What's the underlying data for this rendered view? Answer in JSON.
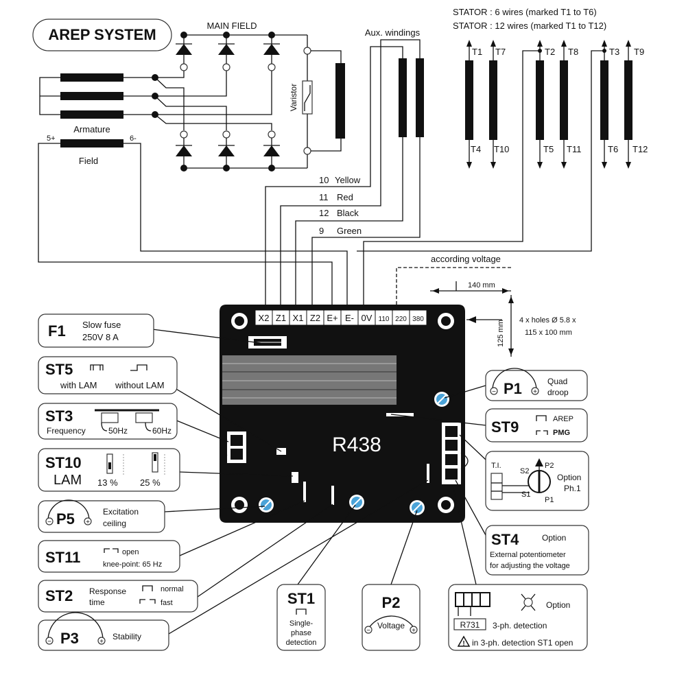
{
  "title": "AREP SYSTEM",
  "main_field": "MAIN FIELD",
  "aux_windings": "Aux. windings",
  "armature": "Armature",
  "field": "Field",
  "field_plus": "5+",
  "field_minus": "6-",
  "varistor": "Varistor",
  "stator_note_1": "STATOR : 6 wires (marked T1 to T6)",
  "stator_note_2": "STATOR : 12 wires (marked T1 to T12)",
  "stator_top": [
    "T1",
    "T7",
    "T2",
    "T8",
    "T3",
    "T9"
  ],
  "stator_bottom": [
    "T4",
    "T10",
    "T5",
    "T11",
    "T6",
    "T12"
  ],
  "wires": [
    {
      "num": "10",
      "color": "Yellow"
    },
    {
      "num": "11",
      "color": "Red"
    },
    {
      "num": "12",
      "color": "Black"
    },
    {
      "num": "9",
      "color": "Green"
    }
  ],
  "according_voltage": "according voltage",
  "terminals": [
    "X2",
    "Z1",
    "X1",
    "Z2",
    "E+",
    "E-",
    "0V",
    "110",
    "220",
    "380"
  ],
  "dim_width": "140 mm",
  "dim_height": "125 mm",
  "holes_1": "4 x holes Ø 5.8 x",
  "holes_2": "115 x 100 mm",
  "model": "R438",
  "f1": {
    "code": "F1",
    "line1": "Slow fuse",
    "line2": "250V 8 A"
  },
  "st5": {
    "code": "ST5",
    "with": "with LAM",
    "without": "without LAM"
  },
  "st3": {
    "code": "ST3",
    "label": "Frequency",
    "f50": "50Hz",
    "f60": "60Hz"
  },
  "st10": {
    "code": "ST10",
    "label": "LAM",
    "p13": "13 %",
    "p25": "25 %"
  },
  "p5": {
    "code": "P5",
    "line1": "Excitation",
    "line2": "ceiling"
  },
  "st11": {
    "code": "ST11",
    "open": "open",
    "knee": "knee-point: 65 Hz"
  },
  "st2": {
    "code": "ST2",
    "line1": "Response",
    "line2": "time",
    "normal": "normal",
    "fast": "fast"
  },
  "p3": {
    "code": "P3",
    "label": "Stability"
  },
  "st1": {
    "code": "ST1",
    "line1": "Single-",
    "line2": "phase",
    "line3": "detection"
  },
  "p2": {
    "code": "P2",
    "label": "Voltage"
  },
  "r731": {
    "code": "R731",
    "label": "3-ph. detection",
    "option": "Option",
    "warning": "in 3-ph. detection ST1 open"
  },
  "p1": {
    "code": "P1",
    "line1": "Quad",
    "line2": "droop"
  },
  "st9": {
    "code": "ST9",
    "arep": "AREP",
    "pmg": "PMG"
  },
  "ti": {
    "label": "T.I.",
    "s2": "S2",
    "s1": "S1",
    "p2": "P2",
    "p1": "P1",
    "option": "Option",
    "ph": "Ph.1"
  },
  "st4": {
    "code": "ST4",
    "option": "Option",
    "line1": "External potentiometer",
    "line2": "for adjusting the voltage"
  }
}
